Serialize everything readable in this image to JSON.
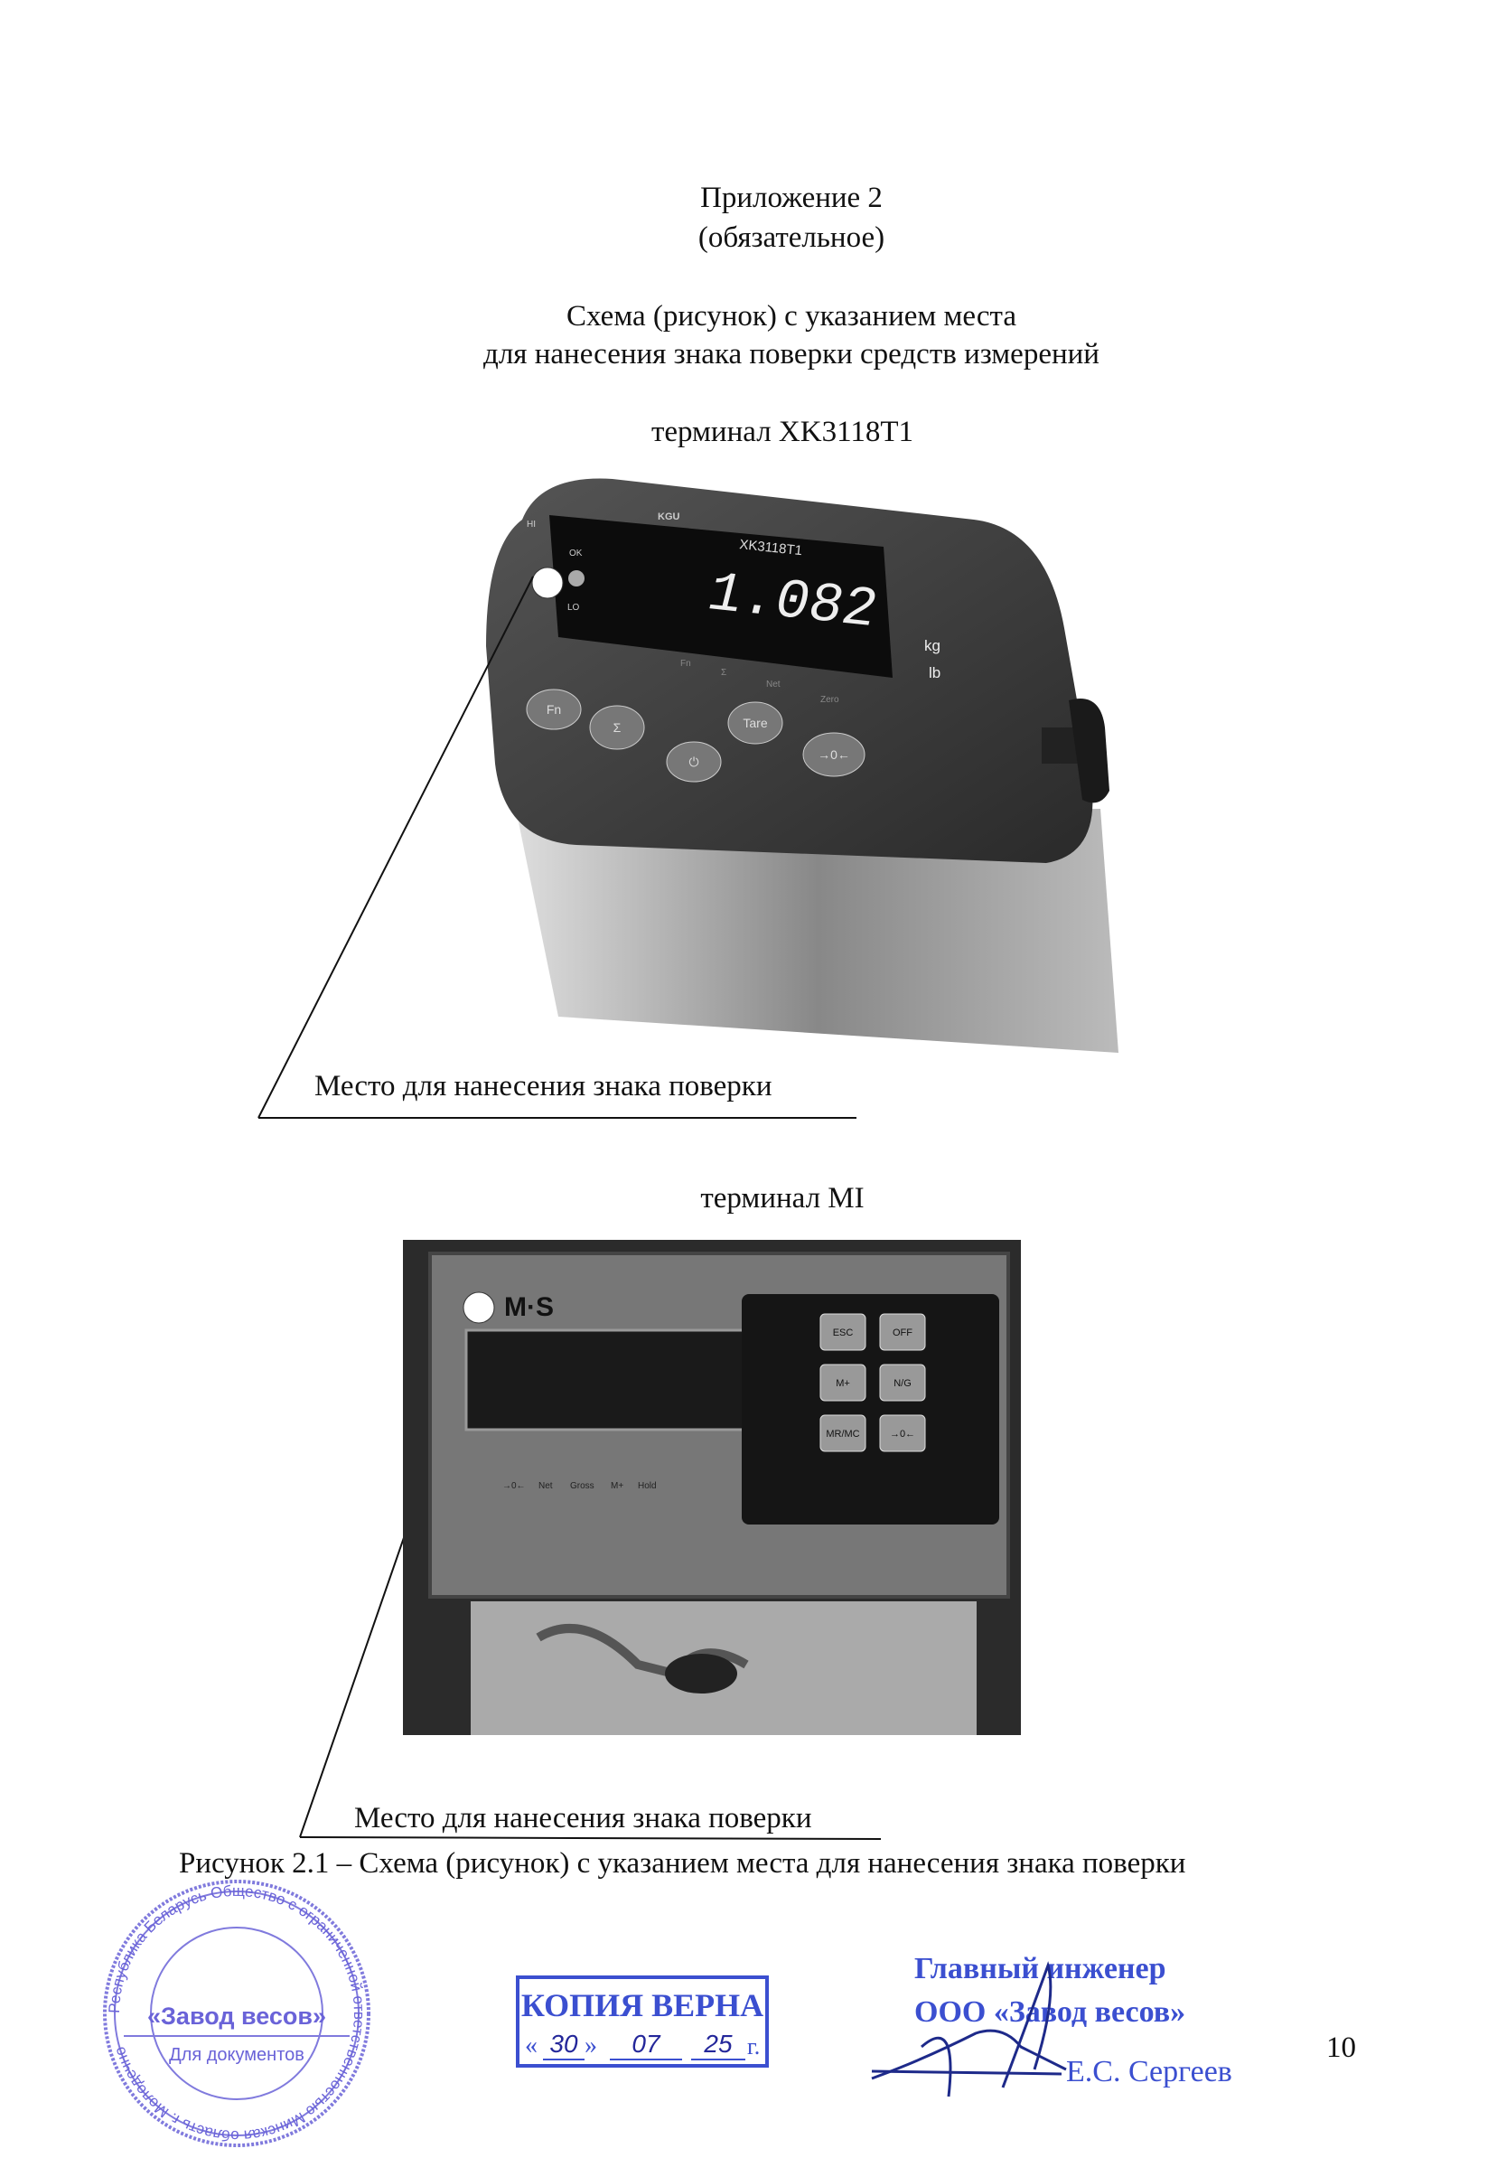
{
  "header": {
    "appendix": "Приложение 2",
    "status": "(обязательное)",
    "title_line1": "Схема (рисунок) с указанием места",
    "title_line2": "для нанесения знака поверки средств измерений"
  },
  "figures": [
    {
      "caption": "терминал XK3118T1",
      "callout": "Место для нанесения знака поверки",
      "device": {
        "brand": "KGU",
        "model": "XK3118T1",
        "display_value": "1.082",
        "indicators": [
          "HI",
          "OK",
          "LO",
          "kg",
          "lb",
          "Fn",
          "Σ",
          "Net",
          "Zero"
        ],
        "buttons": [
          "Fn",
          "Σ",
          "Tare",
          "⏻",
          "→0←"
        ]
      }
    },
    {
      "caption": "терминал MI",
      "callout": "Место для нанесения знака поверки",
      "device": {
        "brand": "M·S",
        "indicators": [
          "→0←",
          "Net",
          "Gross",
          "M+",
          "Hold"
        ],
        "buttons": [
          "ESC",
          "OFF",
          "M+",
          "N/G",
          "MR/MC",
          "→0←"
        ]
      }
    }
  ],
  "figure_caption": "Рисунок 2.1 – Схема (рисунок) с указанием места для нанесения знака поверки",
  "stamps": {
    "round_seal": {
      "outer": "Республика Беларусь Общество с ограниченной ответственностью Минская область г. Молодечно",
      "center": "«Завод весов»",
      "sub": "Для документов"
    },
    "copy_certified": {
      "title": "КОПИЯ ВЕРНА",
      "day": "30",
      "month": "07",
      "year": "25",
      "suffix": "г."
    }
  },
  "signature": {
    "position": "Главный инженер",
    "org": "ООО «Завод весов»",
    "name": "Е.С. Сергеев"
  },
  "page_number": "10",
  "colors": {
    "ink": "#111111",
    "stamp_blue": "#3b4fd0",
    "seal_violet": "#6a63d8"
  }
}
